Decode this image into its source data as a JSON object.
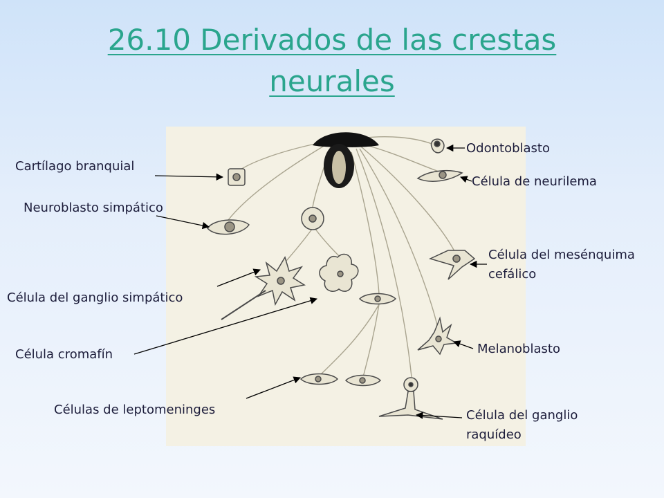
{
  "title": {
    "line1": "26.10 Derivados de las crestas",
    "line2": "neurales"
  },
  "labels": {
    "cartilago": "Cartílago branquial",
    "neuroblasto": "Neuroblasto simpático",
    "ganglio_simpatico": "Célula del ganglio simpático",
    "cromafin": "Célula cromafín",
    "leptomeninges": "Células de leptomeninges",
    "odontoblasto": "Odontoblasto",
    "neurilema": "Célula de neurilema",
    "mesenquima_1": "Célula del mesénquima",
    "mesenquima_2": "cefálico",
    "melanoblasto": "Melanoblasto",
    "ganglio_raquideo_1": "Célula del ganglio",
    "ganglio_raquideo_2": "raquídeo"
  },
  "colors": {
    "title": "#2aa58d",
    "label_text": "#1c1c3a",
    "panel": "#f4f1e4",
    "cell_fill": "#e9e5d3",
    "cell_stroke": "#4a4a4a"
  }
}
